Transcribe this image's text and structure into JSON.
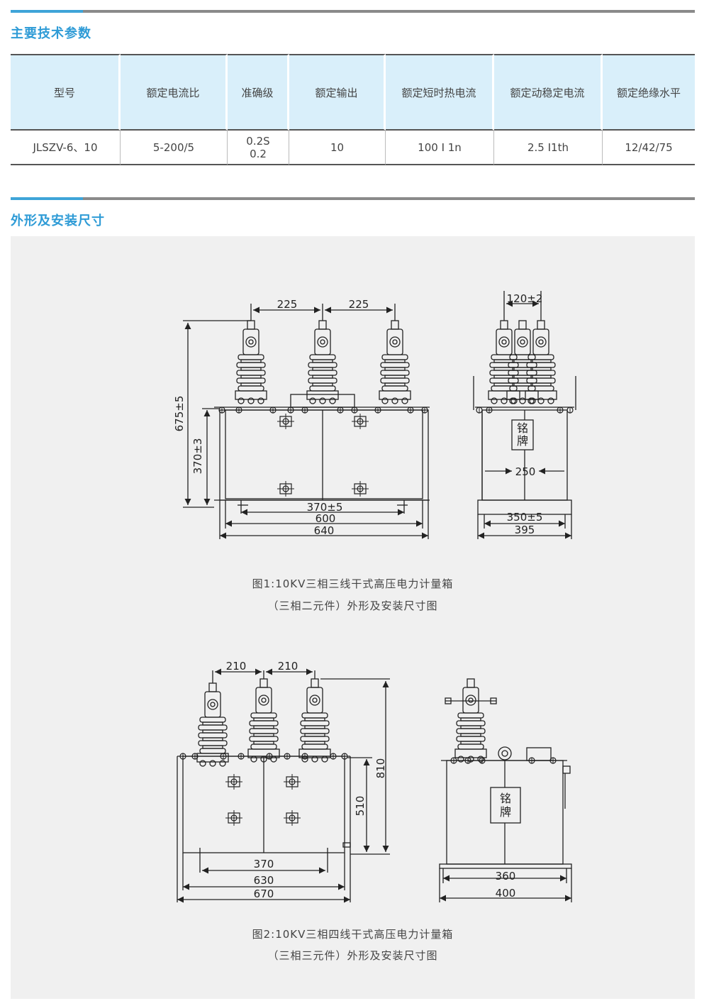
{
  "sections": {
    "params_title": "主要技术参数",
    "dims_title": "外形及安装尺寸"
  },
  "table": {
    "headers": [
      "型号",
      "额定电流比",
      "准确级",
      "额定输出",
      "额定短时热电流",
      "额定动稳定电流",
      "额定绝缘水平"
    ],
    "row": {
      "model": "JLSZV-6、10",
      "ratio": "5-200/5",
      "accuracy_1": "0.2S",
      "accuracy_2": "0.2",
      "output": "10",
      "thermal": "100 I 1n",
      "dynamic": "2.5 I1th",
      "insulation": "12/42/75"
    }
  },
  "figure1": {
    "front_dims": {
      "pitch_a": "225",
      "pitch_b": "225",
      "height_total": "675±5",
      "height_box": "370±3",
      "w_mount": "370±5",
      "w_box": "600",
      "w_base": "640"
    },
    "side_dims": {
      "pitch": "120±2",
      "inner": "250",
      "w_mount": "350±5",
      "w_base": "395"
    },
    "nameplate": [
      "铭",
      "牌"
    ],
    "caption_1": "图1:10KV三相三线干式高压电力计量箱",
    "caption_2": "（三相二元件）外形及安装尺寸图"
  },
  "figure2": {
    "front_dims": {
      "pitch_a": "210",
      "pitch_b": "210",
      "height_total": "810",
      "height_box": "510",
      "w_mount": "370",
      "w_box": "630",
      "w_base": "670"
    },
    "side_dims": {
      "w_mount": "360",
      "w_base": "400"
    },
    "nameplate": [
      "铭",
      "牌"
    ],
    "caption_1": "图2:10KV三相四线干式高压电力计量箱",
    "caption_2": "（三相三元件）外形及安装尺寸图"
  },
  "colors": {
    "accent": "#3ea4d8",
    "header_bg": "#d9effa",
    "drawing_bg": "#f0f0f0"
  }
}
